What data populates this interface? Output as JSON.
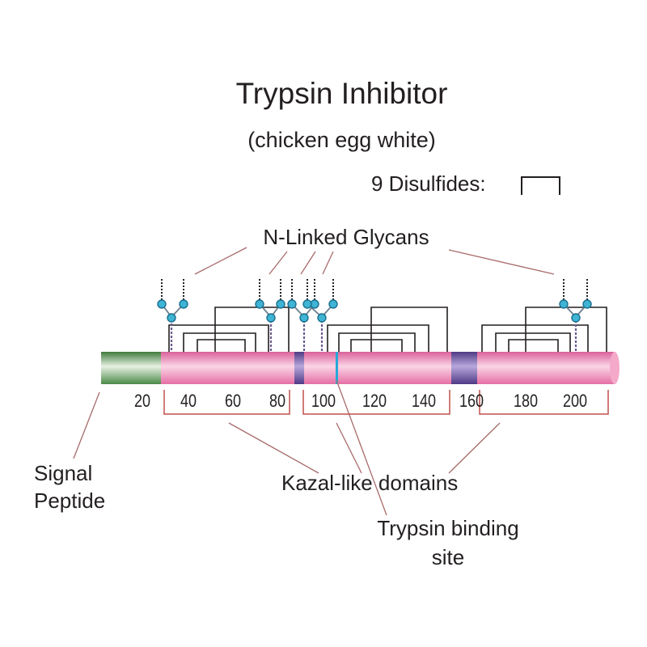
{
  "title": "Trypsin Inhibitor",
  "subtitle": "(chicken egg white)",
  "disulfide_legend": "9 Disulfides:",
  "glycan_label": "N-Linked Glycans",
  "signal_label_line1": "Signal",
  "signal_label_line2": "Peptide",
  "kazal_label": "Kazal-like domains",
  "binding_label_line1": "Trypsin binding",
  "binding_label_line2": "site",
  "axis_ticks": [
    "20",
    "40",
    "60",
    "80",
    "100",
    "120",
    "140",
    "160",
    "180",
    "200"
  ],
  "colors": {
    "signal_peptide": "#5f8f5a",
    "chain": "#ec82b0",
    "domain_boundary": "#6b4f9a",
    "binding_site": "#27a9d6",
    "glycan_node": "#3fb4d4",
    "disulfide_line": "#231f20",
    "bracket": "#c0504d",
    "leader_line": "#a86b6b"
  },
  "icons": [
    "disulfide-bracket-icon",
    "glycan-icon"
  ]
}
